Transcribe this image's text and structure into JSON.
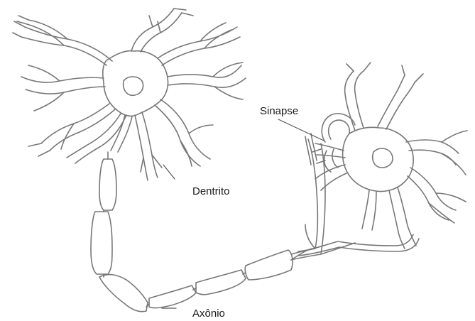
{
  "labels": {
    "synapse": "Sinapse",
    "dendrite": "Dentrito",
    "axon": "Axônio"
  },
  "colors": {
    "outline": "#777777",
    "outline_dark": "#555555",
    "text": "#1a1a1a"
  }
}
